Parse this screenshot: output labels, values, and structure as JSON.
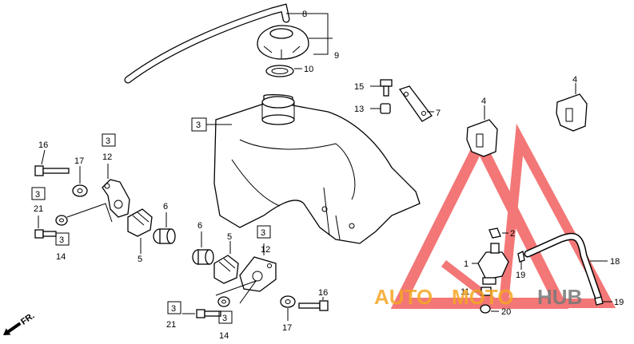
{
  "labels": {
    "l1": "1",
    "l2": "2",
    "l3": "3",
    "l4": "4",
    "l5": "5",
    "l6": "6",
    "l7": "7",
    "l8": "8",
    "l9": "9",
    "l10": "10",
    "l11": "11",
    "l12": "12",
    "l13": "13",
    "l14": "14",
    "l15": "15",
    "l16": "16",
    "l17": "17",
    "l18": "18",
    "l19": "19",
    "l20": "20",
    "l21": "21"
  },
  "front_arrow": "FR.",
  "watermark": {
    "part1": "AUTO",
    "part2": "MOTO",
    "part3": "HUB",
    "color_red": "#f04a4a",
    "color_orange": "#f5a623",
    "color_gray": "#777777"
  }
}
